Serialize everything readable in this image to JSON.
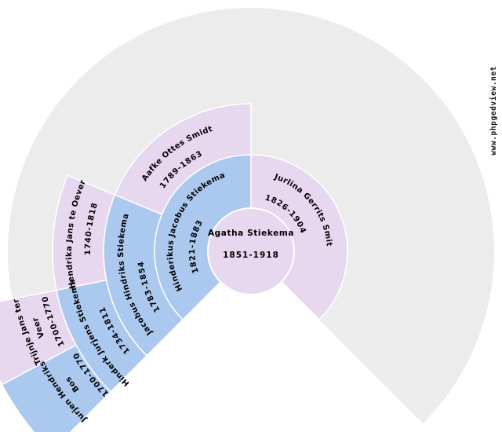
{
  "page": {
    "background": "#ffffff"
  },
  "watermark": {
    "text": "www.phpgedview.net"
  },
  "chart_data": {
    "type": "fan",
    "subtype": "genealogy-ancestor-fan-chart",
    "fan_degrees": 270,
    "generations_shown": 5,
    "legend_position": "none",
    "colors": {
      "male": "#abc8ee",
      "female": "#e7d8f0",
      "empty_slot": "#ececec",
      "separator": "#ffffff",
      "text": "#000000"
    },
    "center_person": {
      "name": "Agatha Stiekema",
      "dates": "1851-1918",
      "sex": "F"
    },
    "ancestors": [
      {
        "relation": "father",
        "generation": 1,
        "slot": 0,
        "name": "Hinderikus Jacobus Stiekema",
        "name_lines": [
          "Hinderikus Jacobus Stiekema"
        ],
        "dates": "1821-1883",
        "sex": "M"
      },
      {
        "relation": "mother",
        "generation": 1,
        "slot": 1,
        "name": "Jurlina Gerrits Smit",
        "name_lines": [
          "Jurlina Gerrits Smit"
        ],
        "dates": "1826-1904",
        "sex": "F"
      },
      {
        "relation": "paternal grandfather",
        "generation": 2,
        "slot": 0,
        "name": "Jacobus Hindriks Stiekema",
        "name_lines": [
          "Jacobus Hindriks Stiekema"
        ],
        "dates": "1783-1854",
        "sex": "M"
      },
      {
        "relation": "paternal grandmother",
        "generation": 2,
        "slot": 1,
        "name": "Aafke Ottes Smidt",
        "name_lines": [
          "Aafke Ottes Smidt"
        ],
        "dates": "1789-1863",
        "sex": "F"
      },
      {
        "relation": "great-grandfather",
        "generation": 3,
        "slot": 0,
        "name": "Hinderk Jurjens Stiekema",
        "name_lines": [
          "Hinderk Jurjens Stiekema"
        ],
        "dates": "1734-1811",
        "sex": "M"
      },
      {
        "relation": "great-grandmother",
        "generation": 3,
        "slot": 1,
        "name": "Hendrika Jans te Oever",
        "name_lines": [
          "Hendrika Jans te Oever"
        ],
        "dates": "1740-1818",
        "sex": "F"
      },
      {
        "relation": "great-great-grandfather",
        "generation": 4,
        "slot": 0,
        "name": "Jurjen Hendriks Bos",
        "name_lines": [
          "Jurjen Hendriks",
          "Bos"
        ],
        "dates": "1700-1770",
        "sex": "M"
      },
      {
        "relation": "great-great-grandmother",
        "generation": 4,
        "slot": 1,
        "name": "Trijnje Jans ter Veer",
        "name_lines": [
          "Trijnje Jans ter",
          "Veer"
        ],
        "dates": "1700-1770",
        "sex": "F"
      }
    ]
  }
}
